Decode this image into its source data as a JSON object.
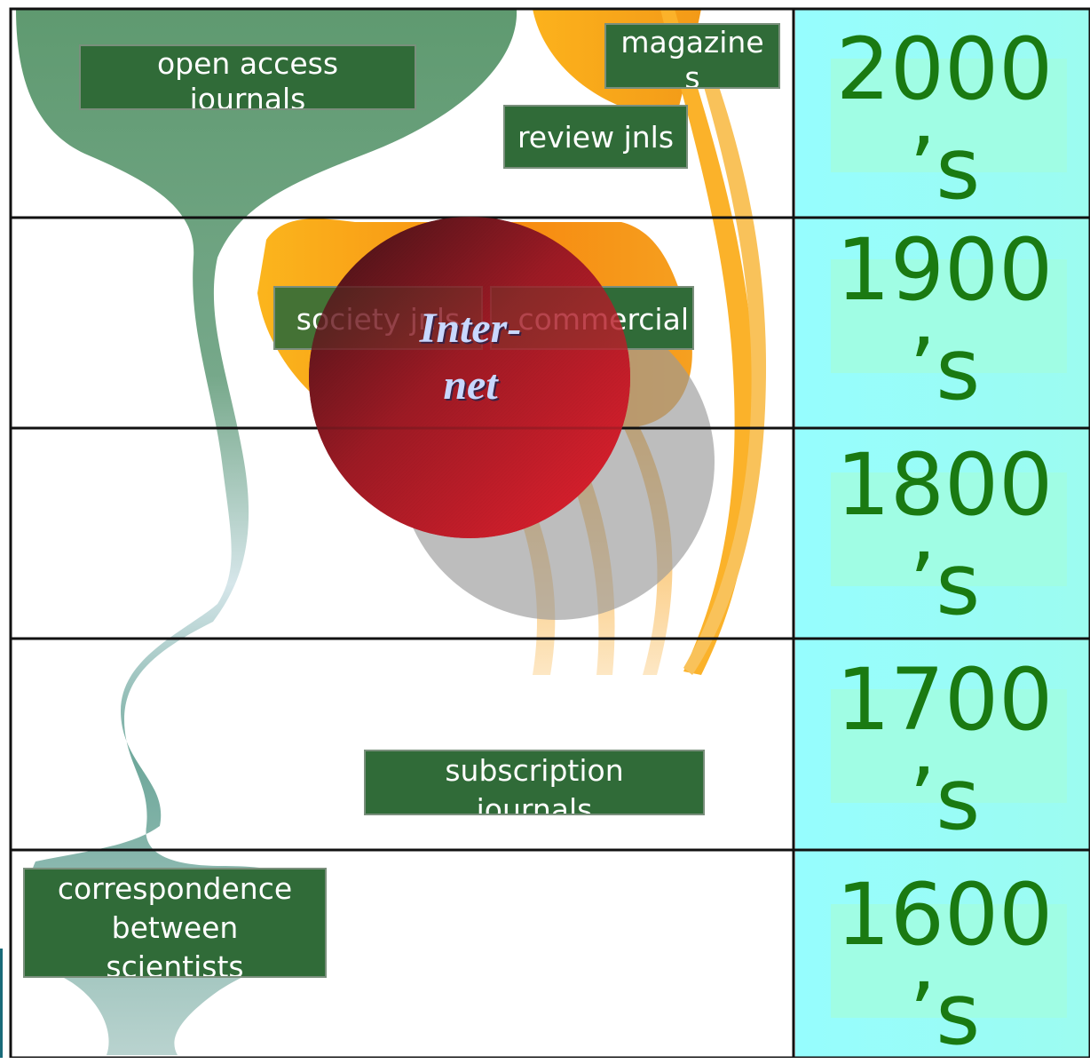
{
  "eras": [
    {
      "line1": "2000",
      "line2": "’s"
    },
    {
      "line1": "1900",
      "line2": "’s"
    },
    {
      "line1": "1800",
      "line2": "’s"
    },
    {
      "line1": "1700",
      "line2": "’s"
    },
    {
      "line1": "1600",
      "line2": "’s"
    }
  ],
  "labels": {
    "open_access": {
      "line1": "open access",
      "line2": "journals"
    },
    "magazines": {
      "line1": "magazine",
      "line2": "s"
    },
    "review": {
      "line1": "review jnls"
    },
    "society": {
      "line1": "society jnls"
    },
    "commercial": {
      "line1": "commercial"
    },
    "subscription": {
      "line1": "subscription",
      "line2": "journals"
    },
    "correspondence": {
      "line1": "correspondence",
      "line2": "between",
      "line3": "scientists"
    }
  },
  "internet": {
    "line1": "Inter-",
    "line2": "net"
  },
  "colors": {
    "label_fill": "#306b38",
    "era_text": "#1a7a12",
    "era_panel": "#96fdfe",
    "stream_green": "#5f9a74",
    "stream_teal": "#4e9a8c",
    "stream_orange": "#fbaa1c",
    "internet_red": "#c41f2d"
  }
}
